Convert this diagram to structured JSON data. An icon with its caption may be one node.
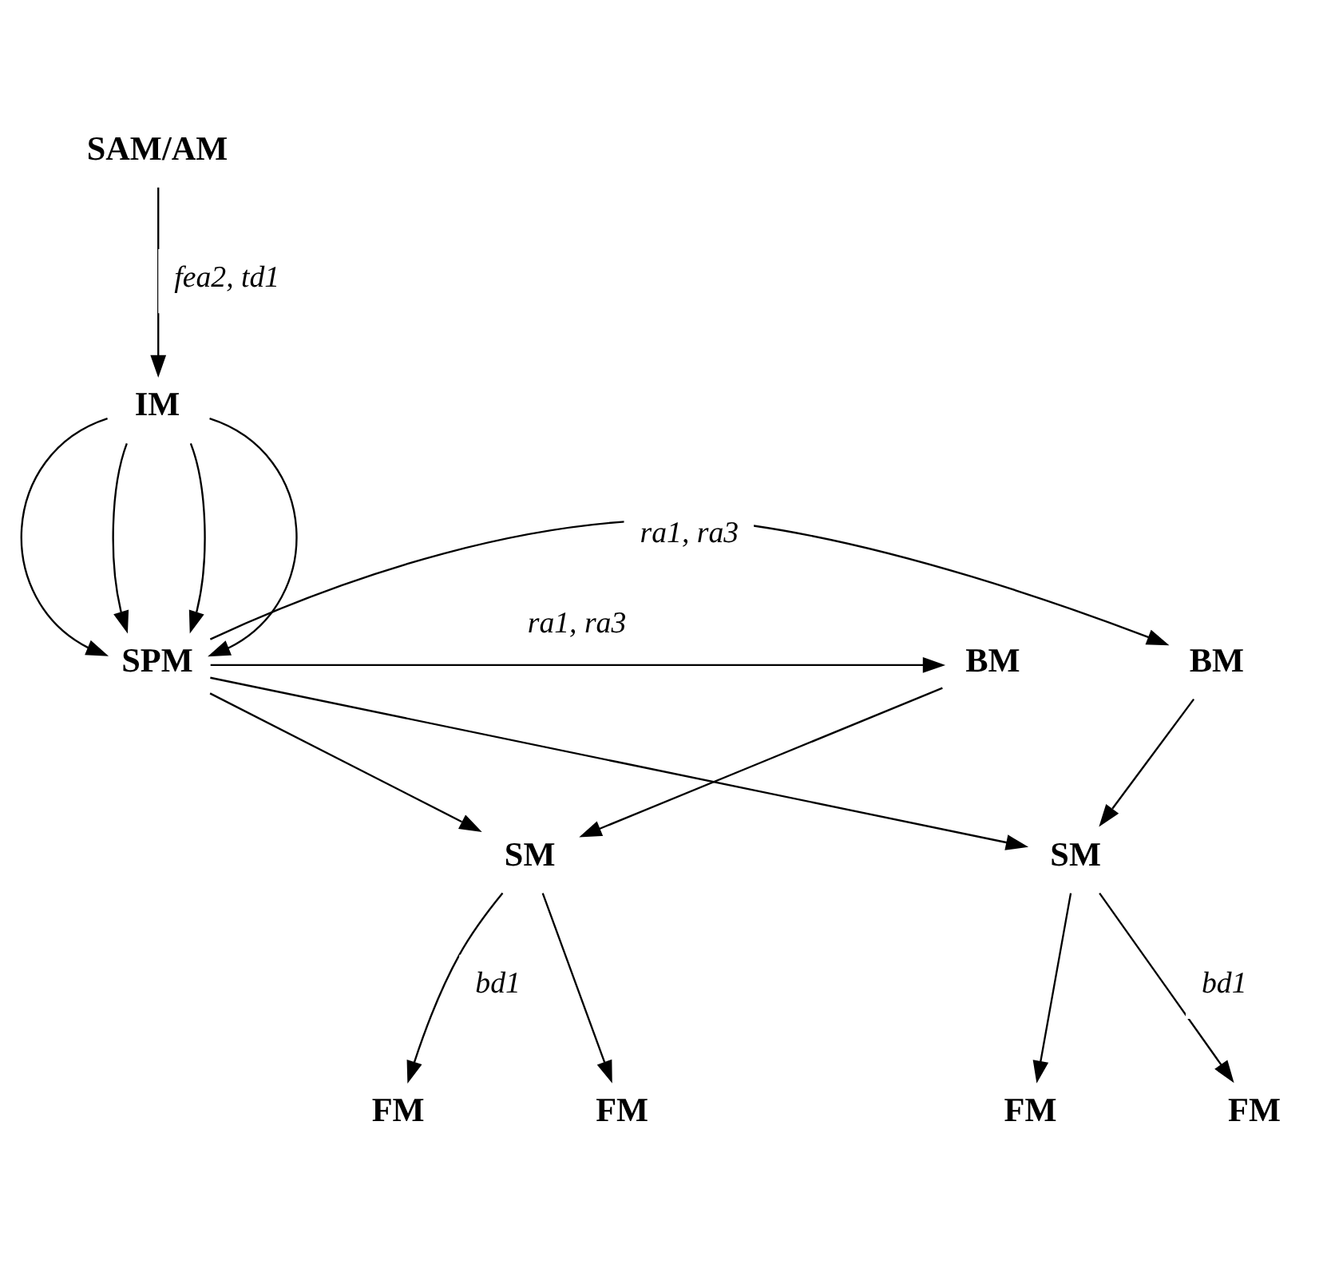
{
  "diagram": {
    "nodes": [
      {
        "text": [
          "SAM/AM"
        ]
      },
      {
        "text": [
          "IM"
        ]
      },
      {
        "text": [
          "BM"
        ]
      },
      {
        "text": [
          "SPM"
        ]
      },
      {
        "text": [
          "BM"
        ]
      },
      {
        "text": [
          "SM"
        ]
      },
      {
        "text": [
          "SM"
        ]
      },
      {
        "text": [
          "FM"
        ]
      },
      {
        "text": [
          "FM"
        ]
      },
      {
        "text": [
          "FM"
        ]
      },
      {
        "text": [
          "FM"
        ]
      }
    ],
    "edges": [
      {
        "from": 0,
        "to": 1,
        "arrow": "to",
        "label": "fea2, td1"
      },
      {
        "from": 1,
        "to": 3,
        "arrow": "to"
      },
      {
        "from": 1,
        "to": 3,
        "arrow": "to"
      },
      {
        "from": 1,
        "to": 3,
        "arrow": "to"
      },
      {
        "from": 1,
        "to": 3,
        "arrow": "to"
      },
      {
        "from": 3,
        "to": 2,
        "arrow": "to",
        "label": "ra1, ra3"
      },
      {
        "from": 3,
        "to": 4,
        "arrow": "to",
        "label": "ra1, ra3"
      },
      {
        "from": 2,
        "to": 5,
        "arrow": "to"
      },
      {
        "from": 3,
        "to": 5,
        "arrow": "to"
      },
      {
        "from": 3,
        "to": 6,
        "arrow": "to"
      },
      {
        "from": 4,
        "to": 6,
        "arrow": "to"
      },
      {
        "from": 5,
        "to": 7,
        "arrow": "to"
      },
      {
        "from": 5,
        "to": 8,
        "arrow": "to",
        "label": "bd1"
      },
      {
        "from": 6,
        "to": 9,
        "arrow": "to",
        "label": "bd1"
      },
      {
        "from": 6,
        "to": 10,
        "arrow": "to"
      }
    ]
  }
}
